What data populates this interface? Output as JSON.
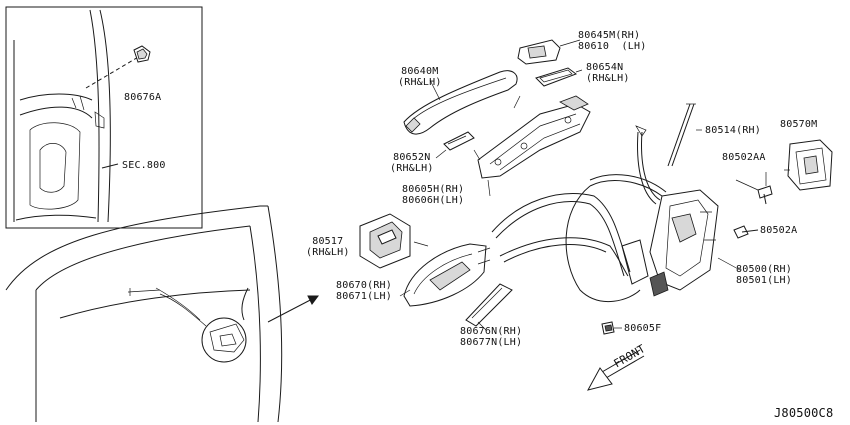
{
  "diagram_code": "J80500C8",
  "section_ref": "SEC.800",
  "direction_label": "FRONT",
  "parts": [
    {
      "id": "p80676A",
      "lines": [
        "80676A"
      ]
    },
    {
      "id": "p80645M",
      "lines": [
        "80645M(RH)",
        "80610  (LH)"
      ]
    },
    {
      "id": "p80640M",
      "lines": [
        "80640M",
        "(RH&LH)"
      ]
    },
    {
      "id": "p80654N",
      "lines": [
        "80654N",
        "(RH&LH)"
      ]
    },
    {
      "id": "p80514",
      "lines": [
        "80514(RH)"
      ]
    },
    {
      "id": "p80570M",
      "lines": [
        "80570M"
      ]
    },
    {
      "id": "p80652N",
      "lines": [
        "80652N",
        "(RH&LH)"
      ]
    },
    {
      "id": "p80502AA",
      "lines": [
        "80502AA"
      ]
    },
    {
      "id": "p80605H",
      "lines": [
        "80605H(RH)",
        "80606H(LH)"
      ]
    },
    {
      "id": "p80502A",
      "lines": [
        "80502A"
      ]
    },
    {
      "id": "p80517",
      "lines": [
        "80517",
        "(RH&LH)"
      ]
    },
    {
      "id": "p80500",
      "lines": [
        "80500(RH)",
        "80501(LH)"
      ]
    },
    {
      "id": "p80670",
      "lines": [
        "80670(RH)",
        "80671(LH)"
      ]
    },
    {
      "id": "p80605F",
      "lines": [
        "80605F"
      ]
    },
    {
      "id": "p80676N",
      "lines": [
        "80676N(RH)",
        "80677N(LH)"
      ]
    }
  ]
}
